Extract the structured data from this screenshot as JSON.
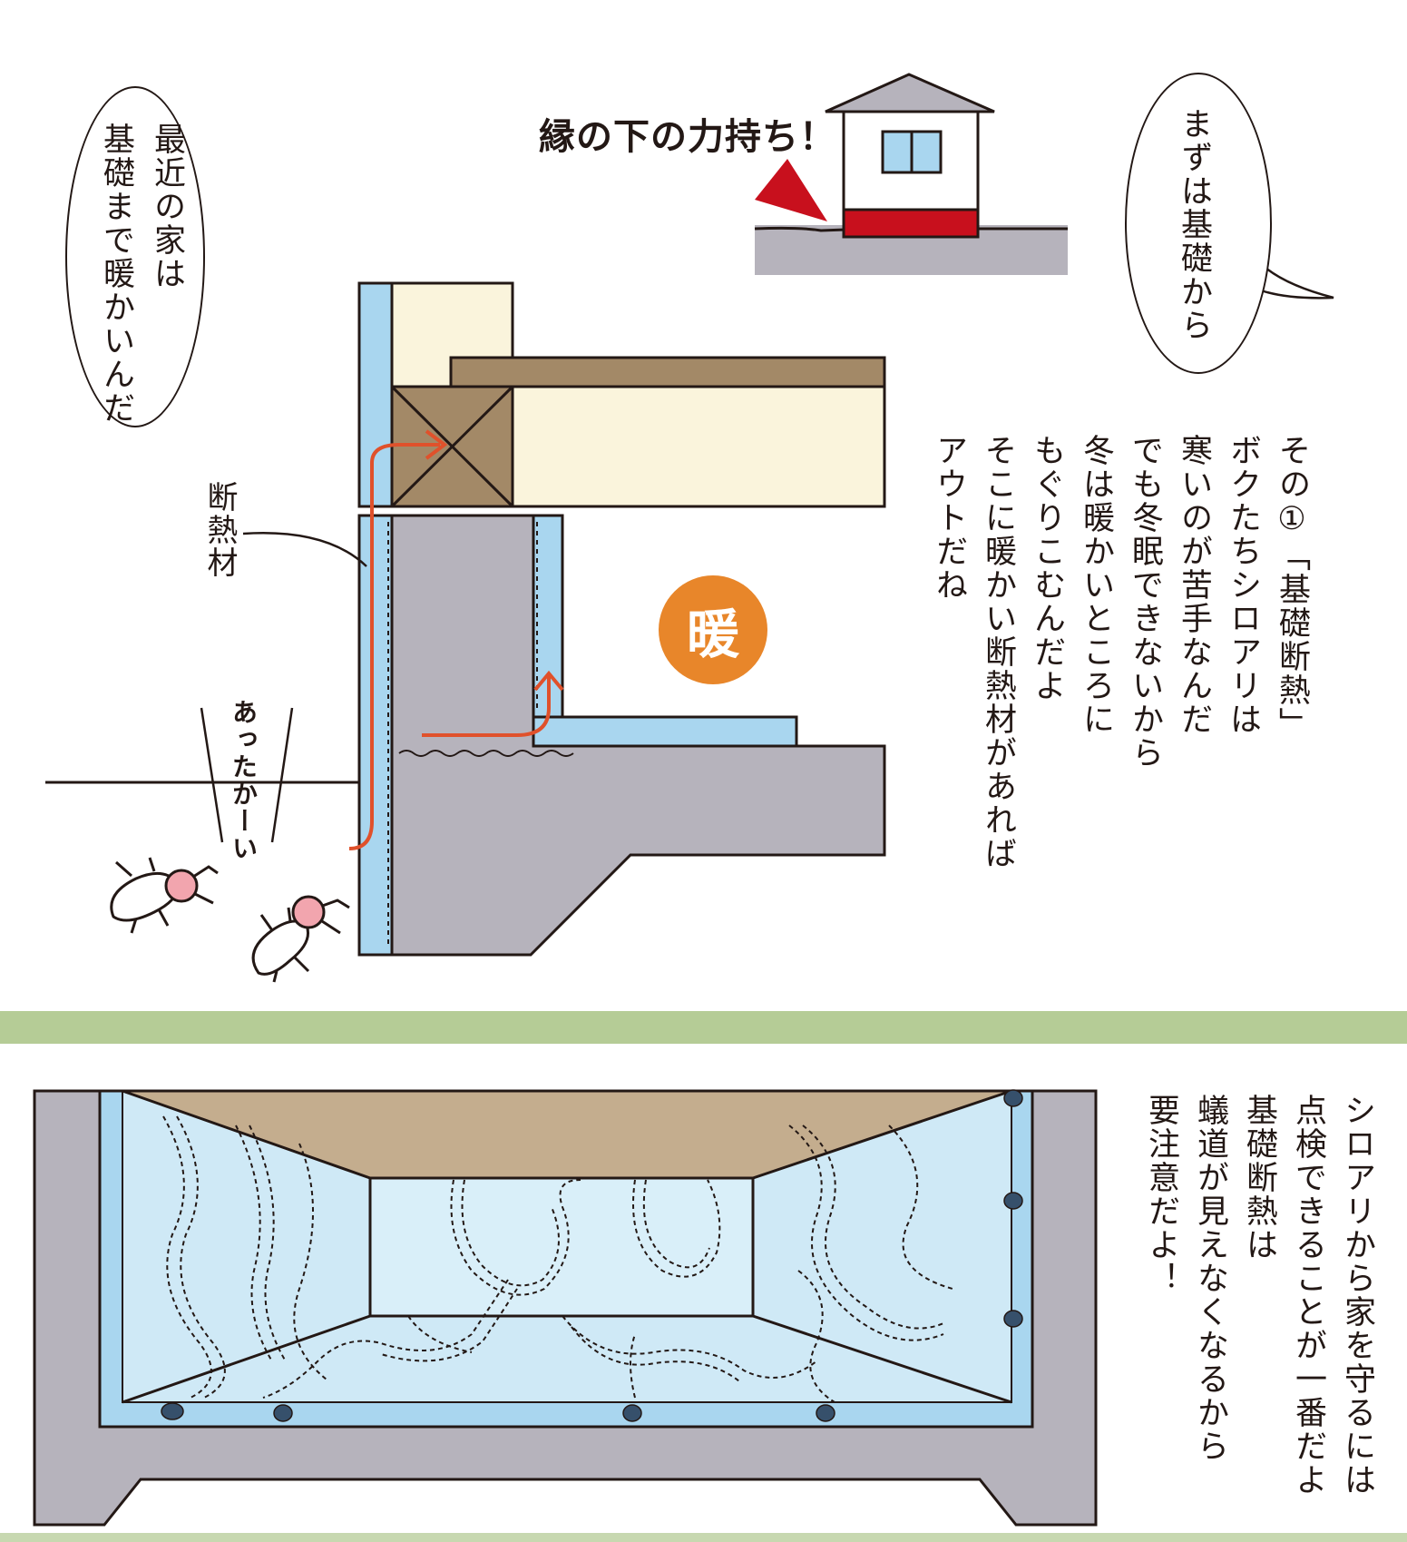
{
  "top_label": "縁の下の力持ち！",
  "bubble_right": "まずは基礎から",
  "bubble_left": {
    "line1": "最近の家は",
    "line2": "基礎まで暖かいんだ"
  },
  "insulation_label": "断熱材",
  "warm_badge": "暖",
  "termite_speech": "あったかーい",
  "section1": {
    "lines": [
      "その①「基礎断熱」",
      "ボクたちシロアリは",
      "寒いのが苦手なんだ",
      "でも冬眠できないから",
      "冬は暖かいところに",
      "もぐりこむんだよ",
      "そこに暖かい断熱材があれば",
      "アウトだね"
    ]
  },
  "section2": {
    "lines": [
      "シロアリから家を守るには",
      "点検できることが一番だよ",
      "基礎断熱は",
      "蟻道が見えなくなるから",
      "要注意だよ！"
    ]
  },
  "colors": {
    "insulation": "#a9d6ef",
    "concrete": "#b6b3bc",
    "wood": "#a38967",
    "cream": "#faf4dc",
    "arrow": "#e0512b",
    "red_base": "#c8101d",
    "green_band": "#b5cc96"
  }
}
